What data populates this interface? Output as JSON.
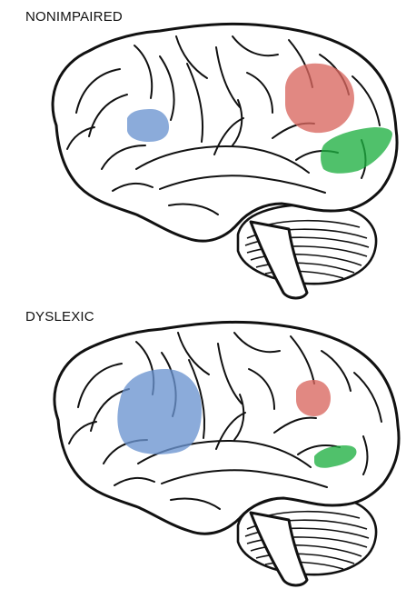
{
  "panels": [
    {
      "label": "NONIMPAIRED",
      "regions": [
        {
          "name": "frontal-region",
          "color": "#6a93cf"
        },
        {
          "name": "parietal-region",
          "color": "#d9665f"
        },
        {
          "name": "temporal-region",
          "color": "#1fb041"
        }
      ]
    },
    {
      "label": "DYSLEXIC",
      "regions": [
        {
          "name": "frontal-region",
          "color": "#6a93cf"
        },
        {
          "name": "parietal-region",
          "color": "#d9665f"
        },
        {
          "name": "temporal-region",
          "color": "#1fb041"
        }
      ]
    }
  ]
}
